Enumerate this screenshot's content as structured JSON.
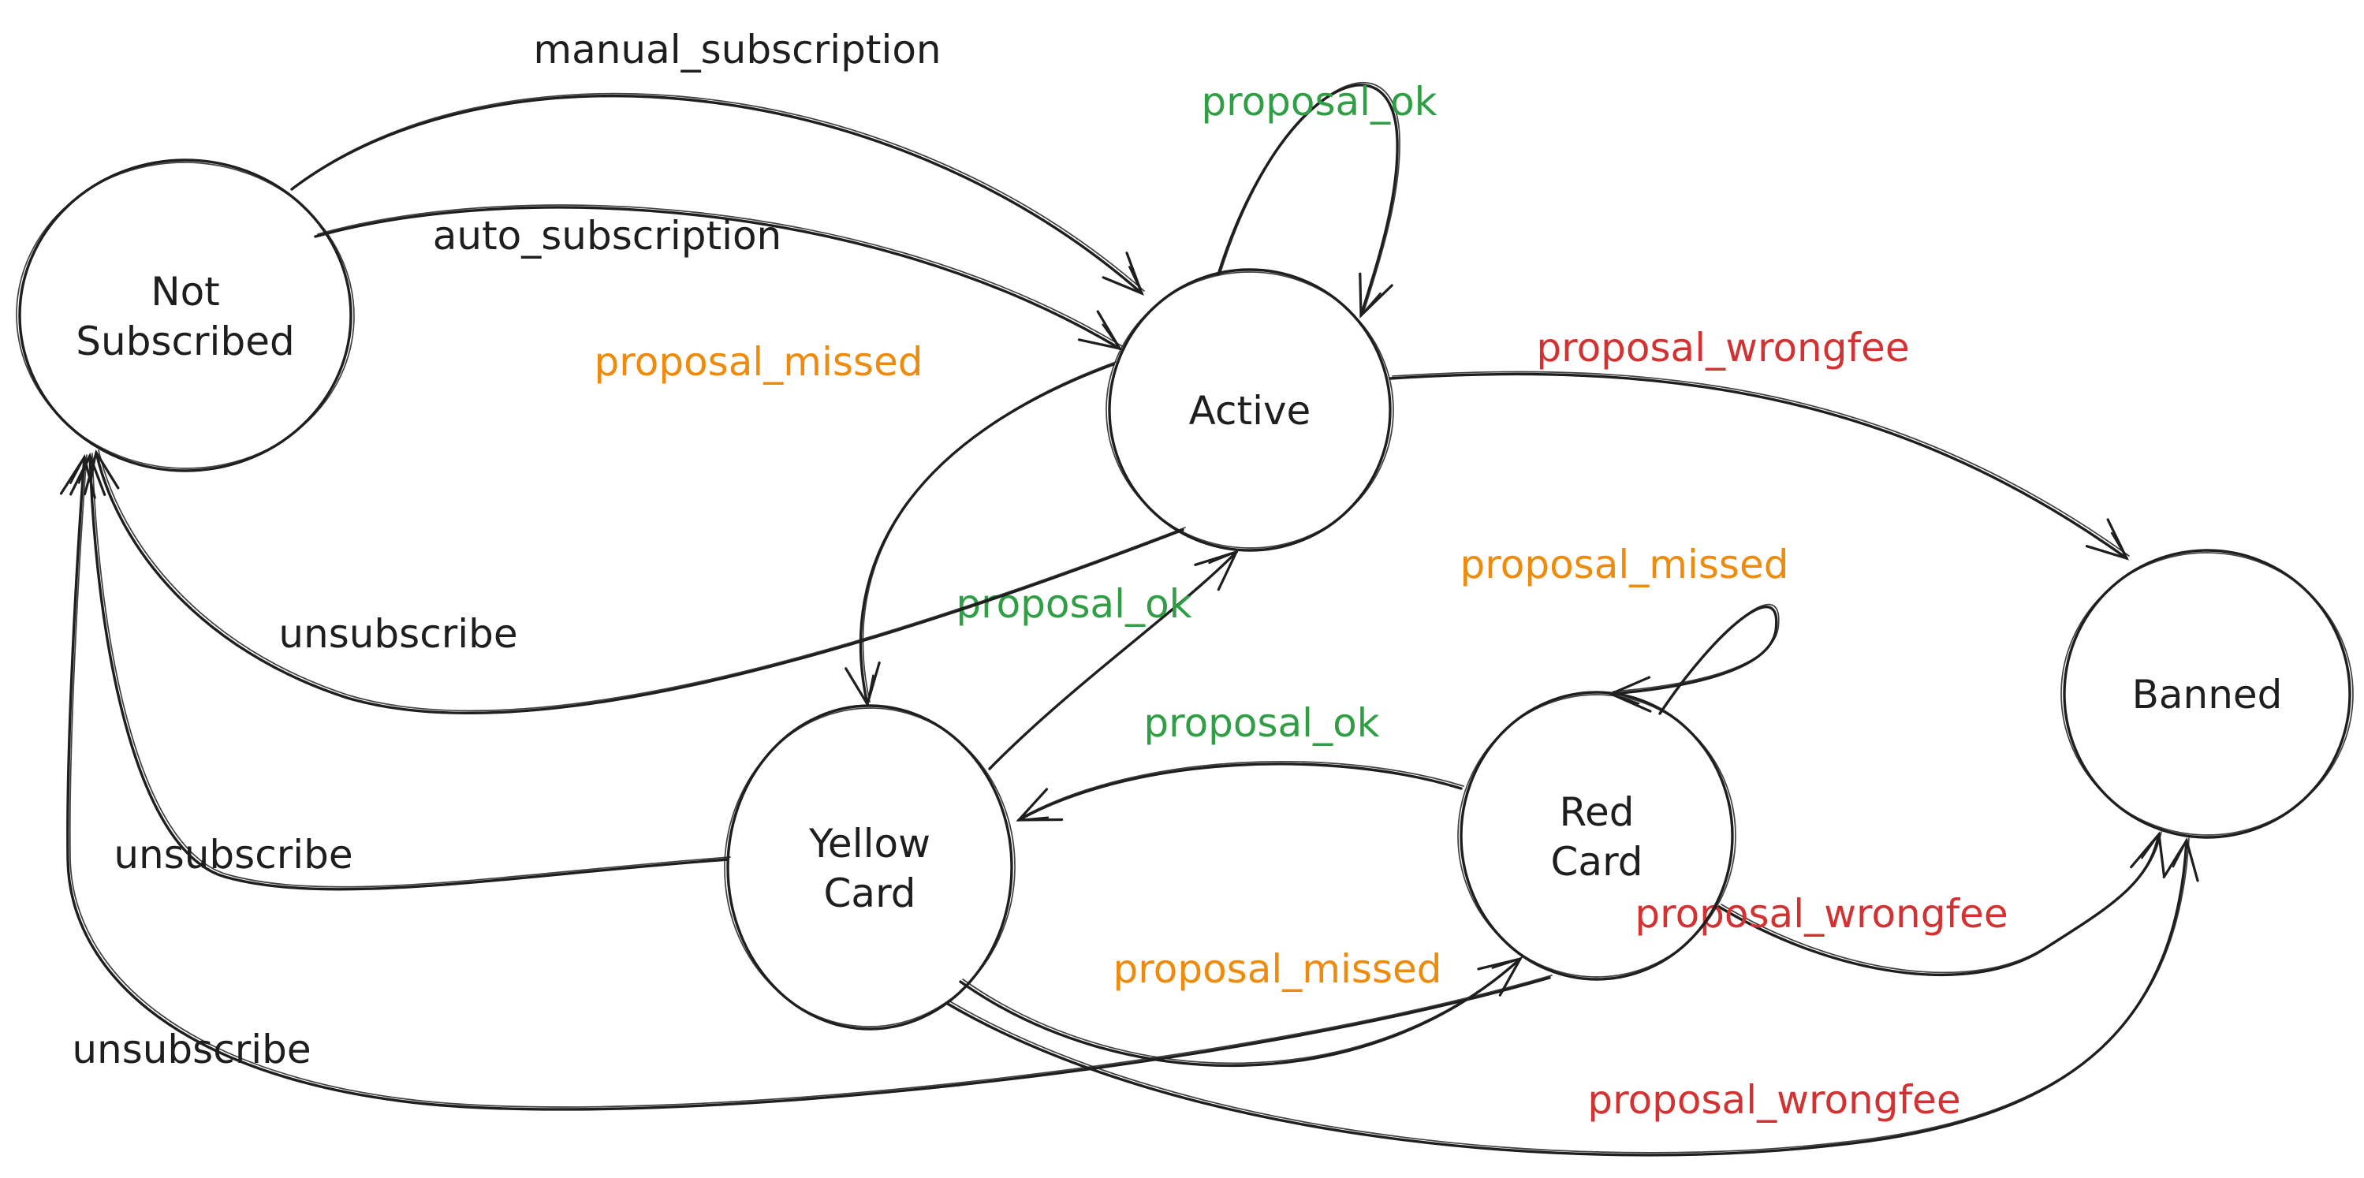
{
  "diagram": {
    "background": "#ffffff",
    "colors": {
      "black": "#1e1e1e",
      "green": "#2f9e44",
      "orange": "#ee8b0c",
      "red": "#d23232"
    },
    "states": [
      {
        "id": "not_subscribed",
        "label": "Not Subscribed",
        "lines": [
          "Not",
          "Subscribed"
        ]
      },
      {
        "id": "active",
        "label": "Active",
        "lines": [
          "Active"
        ]
      },
      {
        "id": "yellow_card",
        "label": "Yellow Card",
        "lines": [
          "Yellow",
          "Card"
        ]
      },
      {
        "id": "red_card",
        "label": "Red Card",
        "lines": [
          "Red",
          "Card"
        ]
      },
      {
        "id": "banned",
        "label": "Banned",
        "lines": [
          "Banned"
        ]
      }
    ],
    "transitions": [
      {
        "id": "manual-subscription",
        "label": "manual_subscription",
        "from": "not_subscribed",
        "to": "active",
        "color": "black"
      },
      {
        "id": "auto-subscription",
        "label": "auto_subscription",
        "from": "not_subscribed",
        "to": "active",
        "color": "black"
      },
      {
        "id": "active-proposal-ok-self",
        "label": "proposal_ok",
        "from": "active",
        "to": "active",
        "color": "green"
      },
      {
        "id": "active-proposal-missed",
        "label": "proposal_missed",
        "from": "active",
        "to": "yellow_card",
        "color": "orange"
      },
      {
        "id": "yellow-proposal-ok",
        "label": "proposal_ok",
        "from": "yellow_card",
        "to": "active",
        "color": "green"
      },
      {
        "id": "active-proposal-wrongfee",
        "label": "proposal_wrongfee",
        "from": "active",
        "to": "banned",
        "color": "red"
      },
      {
        "id": "active-unsubscribe",
        "label": "unsubscribe",
        "from": "active",
        "to": "not_subscribed",
        "color": "black"
      },
      {
        "id": "yellow-unsubscribe",
        "label": "unsubscribe",
        "from": "yellow_card",
        "to": "not_subscribed",
        "color": "black"
      },
      {
        "id": "red-unsubscribe",
        "label": "unsubscribe",
        "from": "red_card",
        "to": "not_subscribed",
        "color": "black"
      },
      {
        "id": "red-proposal-ok",
        "label": "proposal_ok",
        "from": "red_card",
        "to": "yellow_card",
        "color": "green"
      },
      {
        "id": "yellow-proposal-missed",
        "label": "proposal_missed",
        "from": "yellow_card",
        "to": "red_card",
        "color": "orange"
      },
      {
        "id": "red-proposal-missed-self",
        "label": "proposal_missed",
        "from": "red_card",
        "to": "red_card",
        "color": "orange"
      },
      {
        "id": "red-proposal-wrongfee",
        "label": "proposal_wrongfee",
        "from": "red_card",
        "to": "banned",
        "color": "red"
      },
      {
        "id": "yellow-proposal-wrongfee",
        "label": "proposal_wrongfee",
        "from": "yellow_card",
        "to": "banned",
        "color": "red"
      }
    ]
  }
}
